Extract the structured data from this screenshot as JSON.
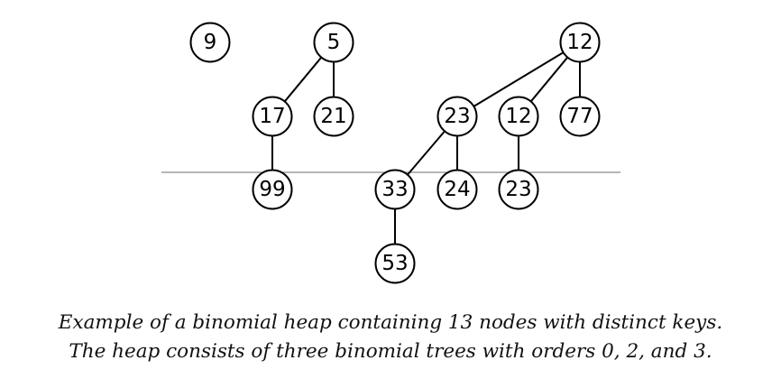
{
  "nodes": [
    {
      "id": "t0_root",
      "key": "9"
    },
    {
      "id": "t2_root",
      "key": "5"
    },
    {
      "id": "t2_c17",
      "key": "17"
    },
    {
      "id": "t2_c21",
      "key": "21"
    },
    {
      "id": "t2_c99",
      "key": "99"
    },
    {
      "id": "t3_root",
      "key": "12"
    },
    {
      "id": "t3_c23",
      "key": "23"
    },
    {
      "id": "t3_c12",
      "key": "12"
    },
    {
      "id": "t3_c77",
      "key": "77"
    },
    {
      "id": "t3_c33",
      "key": "33"
    },
    {
      "id": "t3_c24",
      "key": "24"
    },
    {
      "id": "t3_c23b",
      "key": "23"
    },
    {
      "id": "t3_c53",
      "key": "53"
    }
  ],
  "edges": [
    [
      "t2_root",
      "t2_c17"
    ],
    [
      "t2_root",
      "t2_c21"
    ],
    [
      "t2_c17",
      "t2_c99"
    ],
    [
      "t3_root",
      "t3_c23"
    ],
    [
      "t3_root",
      "t3_c12"
    ],
    [
      "t3_root",
      "t3_c77"
    ],
    [
      "t3_c23",
      "t3_c33"
    ],
    [
      "t3_c23",
      "t3_c24"
    ],
    [
      "t3_c12",
      "t3_c23b"
    ],
    [
      "t3_c33",
      "t3_c53"
    ]
  ],
  "caption": {
    "line1": "Example of a binomial heap containing 13 nodes with distinct keys.",
    "line2": "The heap consists of three binomial trees with orders 0, 2, and 3."
  }
}
